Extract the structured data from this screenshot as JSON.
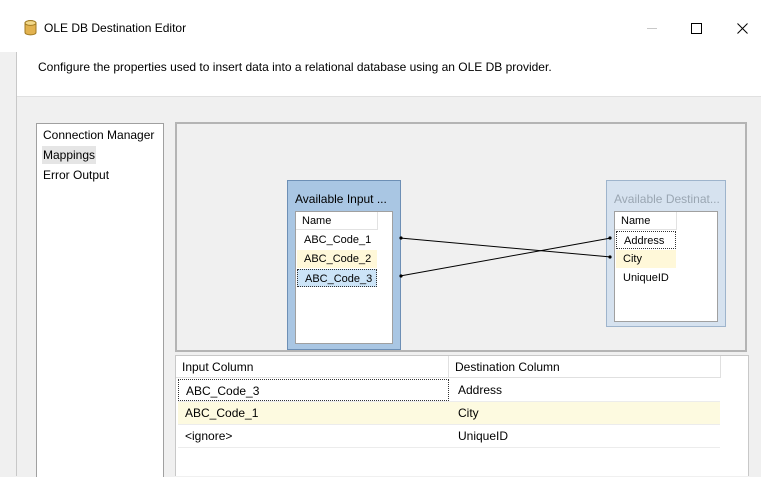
{
  "window": {
    "title": "OLE DB Destination Editor"
  },
  "header": {
    "description": "Configure the properties used to insert data into a relational database using an OLE DB provider."
  },
  "nav": {
    "items": [
      "Connection Manager",
      "Mappings",
      "Error Output"
    ]
  },
  "input_box": {
    "title": "Available Input ...",
    "header": "Name",
    "items": [
      "ABC_Code_1",
      "ABC_Code_2",
      "ABC_Code_3"
    ]
  },
  "dest_box": {
    "title": "Available Destinat...",
    "header": "Name",
    "items": [
      "Address",
      "City",
      "UniqueID"
    ]
  },
  "grid": {
    "headers": [
      "Input Column",
      "Destination Column"
    ],
    "rows": [
      {
        "input": "ABC_Code_3",
        "dest": "Address"
      },
      {
        "input": "ABC_Code_1",
        "dest": "City"
      },
      {
        "input": "<ignore>",
        "dest": "UniqueID"
      }
    ]
  },
  "colors": {
    "accent_box": "#a9c6e3",
    "highlight": "#fff8d9",
    "selection": "#cce4f7"
  }
}
